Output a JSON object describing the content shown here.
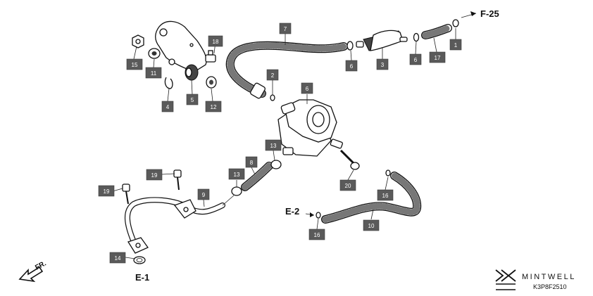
{
  "references": {
    "f25": "F-25",
    "e1": "E-1",
    "e2": "E-2"
  },
  "callouts": [
    "7",
    "18",
    "15",
    "11",
    "4",
    "5",
    "12",
    "2",
    "6",
    "1",
    "17",
    "3",
    "13",
    "8",
    "13",
    "19",
    "19",
    "9",
    "20",
    "16",
    "16",
    "10",
    "14"
  ],
  "direction": {
    "label": "FR."
  },
  "brand": {
    "name": "MINTWELL",
    "code": "K3P8F2510"
  },
  "colors": {
    "callout_fill": "#5a5a5a",
    "callout_text": "#ffffff",
    "line": "#111111"
  }
}
